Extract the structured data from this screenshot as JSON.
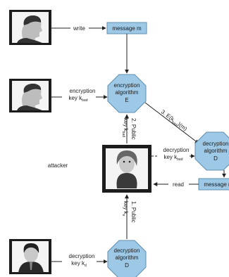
{
  "nodes": {
    "message_top": "message m",
    "enc_algo": [
      "encryption",
      "algorithm",
      "E"
    ],
    "dec_algo_right": [
      "decryption",
      "algorithm",
      "D"
    ],
    "message_right": "message m",
    "dec_algo_bottom": [
      "decryption",
      "algorithm",
      "D"
    ]
  },
  "labels": {
    "write": "write",
    "enc_key": [
      "encryption",
      "key k"
    ],
    "enc_key_sub": "bad",
    "attacker": "attacker",
    "public_key_2": [
      "2. Public",
      "key k"
    ],
    "public_key_2_sub": "bad",
    "ciphertext": "3. E(k",
    "ciphertext_sub": "bad",
    "ciphertext_tail": ")(m)",
    "dec_key_bad": [
      "decryption",
      "key k"
    ],
    "dec_key_bad_sub": "bad",
    "read": "read",
    "public_key_1": [
      "1. Public",
      "key k"
    ],
    "public_key_1_sub": "e",
    "dec_key_d": [
      "decryption",
      "key k"
    ],
    "dec_key_d_sub": "d"
  },
  "figures": {
    "sender_top": "person-profile-icon",
    "sender_mid": "person-profile-icon",
    "attacker": "person-portrait-icon",
    "receiver": "person-portrait-icon"
  },
  "colors": {
    "node_fill": "#9ec9e6",
    "node_stroke": "#5f8fb0",
    "line": "#222222"
  }
}
